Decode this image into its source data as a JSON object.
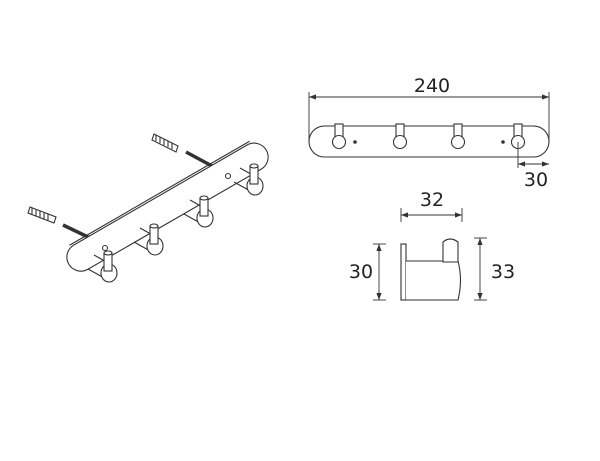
{
  "dimensions": {
    "overall_length": "240",
    "end_offset": "30",
    "projection": "32",
    "plate_height": "30",
    "total_height": "33"
  },
  "hooks_count": 4,
  "colors": {
    "line": "#333333",
    "background": "#ffffff"
  }
}
